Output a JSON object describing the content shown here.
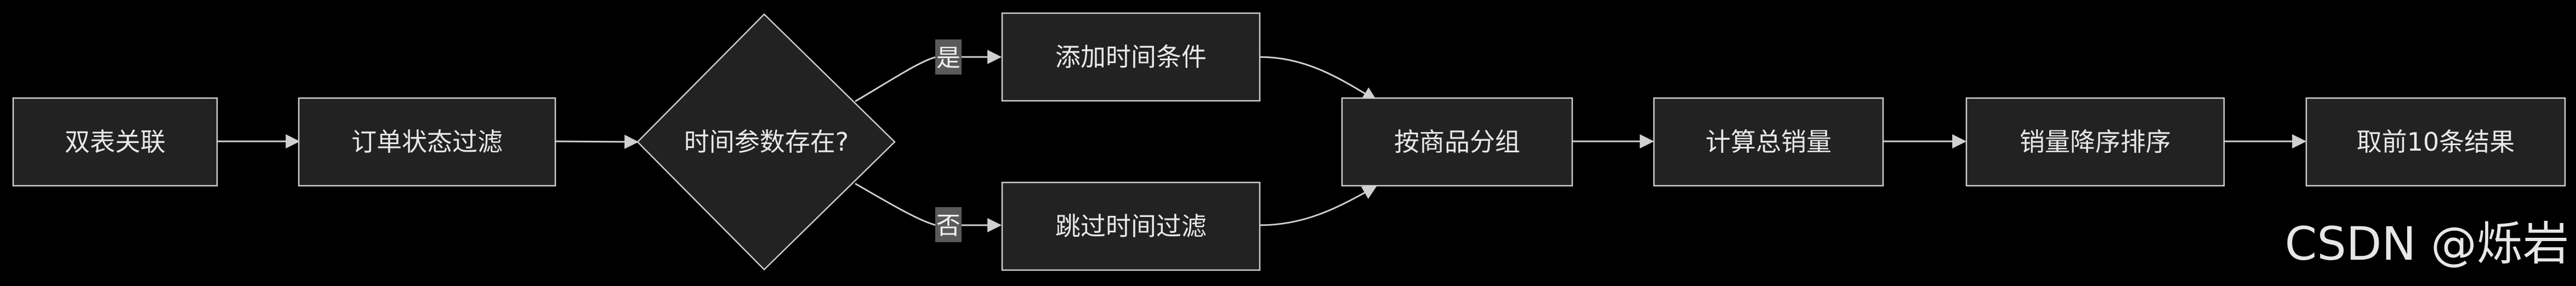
{
  "flowchart": {
    "nodes": {
      "join_tables": "双表关联",
      "filter_order_status": "订单状态过滤",
      "time_param_exists": "时间参数存在?",
      "add_time_condition": "添加时间条件",
      "skip_time_filter": "跳过时间过滤",
      "group_by_product": "按商品分组",
      "calc_total_sales": "计算总销量",
      "sort_sales_desc": "销量降序排序",
      "take_top_10": "取前10条结果"
    },
    "edge_labels": {
      "yes": "是",
      "no": "否"
    }
  },
  "watermark": "CSDN @烁岩",
  "colors": {
    "background": "#000000",
    "node_fill": "#222222",
    "node_stroke": "#cfcfcf",
    "edge": "#d0d0d0",
    "edge_label_bg": "#5a5a5a",
    "text": "#e8e8e8"
  }
}
